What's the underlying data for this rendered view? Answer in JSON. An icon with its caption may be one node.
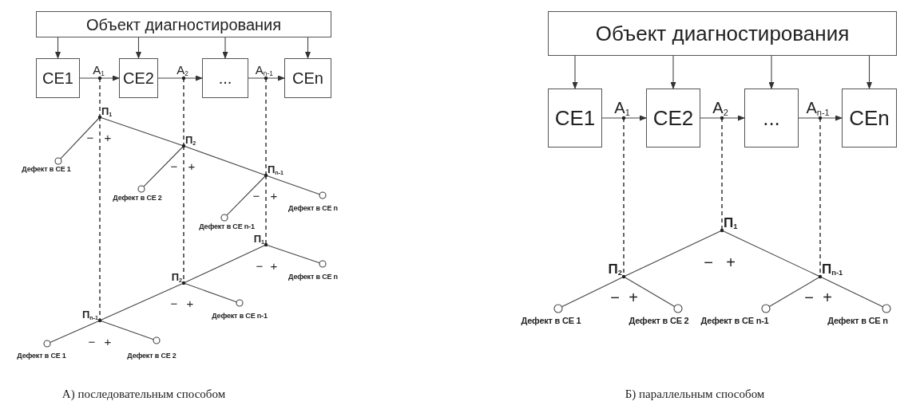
{
  "diagram": {
    "nodes": [
      {
        "text": [
          "Объект диагностирования"
        ]
      },
      {
        "text": [
          "CE1"
        ]
      },
      {
        "text": [
          "A$_{1}$"
        ]
      },
      {
        "text": [
          "CE2"
        ]
      },
      {
        "text": [
          "A$_{2}$"
        ]
      },
      {
        "text": [
          "..."
        ]
      },
      {
        "text": [
          "A$_{n-1}$"
        ]
      },
      {
        "text": [
          "CEn"
        ]
      },
      {
        "text": [
          "П$_{1}$"
        ]
      },
      {
        "text": [],
        "shape": "circle",
        "beside": [
          "Дефект в CE 1"
        ]
      },
      {
        "text": [
          "П$_{2}$"
        ]
      },
      {
        "text": [],
        "shape": "circle",
        "beside": [
          "Дефект в CE 2"
        ]
      },
      {
        "text": [
          "П$_{n-1}$"
        ]
      },
      {
        "text": [],
        "shape": "circle",
        "beside": [
          "Дефект в CE n-1"
        ]
      },
      {
        "text": [],
        "shape": "circle",
        "beside": [
          "Дефект в CE n"
        ]
      },
      {
        "text": [
          "П$_{1}$"
        ]
      },
      {
        "text": [],
        "shape": "circle",
        "beside": [
          "Дефект в CE n"
        ]
      },
      {
        "text": [
          "П$_{2}$"
        ]
      },
      {
        "text": [],
        "shape": "circle",
        "beside": [
          "Дефект в CE n-1"
        ]
      },
      {
        "text": [
          "П$_{n-1}$"
        ]
      },
      {
        "text": [],
        "shape": "circle",
        "beside": [
          "Дефект в CE 1"
        ]
      },
      {
        "text": [],
        "shape": "circle",
        "beside": [
          "Дефект в CE 2"
        ]
      },
      {
        "text": [
          "Объект диагностирования"
        ]
      },
      {
        "text": [
          "CE1"
        ]
      },
      {
        "text": [
          "A$_{1}$"
        ]
      },
      {
        "text": [
          "CE2"
        ]
      },
      {
        "text": [
          "A$_{2}$"
        ]
      },
      {
        "text": [
          "..."
        ]
      },
      {
        "text": [
          "A$_{n-1}$"
        ]
      },
      {
        "text": [
          "CEn"
        ]
      },
      {
        "text": [
          "П$_{1}$"
        ]
      },
      {
        "text": [
          "П$_{2}$"
        ]
      },
      {
        "text": [
          "П$_{n-1}$"
        ]
      },
      {
        "text": [],
        "shape": "circle",
        "beside": [
          "Дефект в CE 1"
        ]
      },
      {
        "text": [],
        "shape": "circle",
        "beside": [
          "Дефект в CE 2"
        ]
      },
      {
        "text": [],
        "shape": "circle",
        "beside": [
          "Дефект в CE n-1"
        ]
      },
      {
        "text": [],
        "shape": "circle",
        "beside": [
          "Дефект в CE n"
        ]
      }
    ],
    "edges": [
      {
        "from": 0,
        "to": 1,
        "arrow": "to"
      },
      {
        "from": 0,
        "to": 3,
        "arrow": "to"
      },
      {
        "from": 0,
        "to": 5,
        "arrow": "to"
      },
      {
        "from": 0,
        "to": 7,
        "arrow": "to"
      },
      {
        "from": 1,
        "to": 3,
        "arrow": "to"
      },
      {
        "from": 3,
        "to": 5,
        "arrow": "to"
      },
      {
        "from": 5,
        "to": 7,
        "arrow": "to"
      },
      {
        "from": 2,
        "to": 8,
        "arrow": "none",
        "style": "dashed"
      },
      {
        "from": 8,
        "to": 19,
        "arrow": "none",
        "style": "dashed"
      },
      {
        "from": 4,
        "to": 10,
        "arrow": "none",
        "style": "dashed"
      },
      {
        "from": 10,
        "to": 17,
        "arrow": "none",
        "style": "dashed"
      },
      {
        "from": 6,
        "to": 12,
        "arrow": "none",
        "style": "dashed"
      },
      {
        "from": 12,
        "to": 15,
        "arrow": "none",
        "style": "dashed"
      },
      {
        "from": 8,
        "to": 9,
        "arrow": "none"
      },
      {
        "from": 8,
        "to": 10,
        "arrow": "none"
      },
      {
        "from": 10,
        "to": 11,
        "arrow": "none"
      },
      {
        "from": 10,
        "to": 12,
        "arrow": "none"
      },
      {
        "from": 12,
        "to": 13,
        "arrow": "none"
      },
      {
        "from": 12,
        "to": 14,
        "arrow": "none"
      },
      {
        "from": 15,
        "to": 17,
        "arrow": "none"
      },
      {
        "from": 15,
        "to": 16,
        "arrow": "none"
      },
      {
        "from": 17,
        "to": 19,
        "arrow": "none"
      },
      {
        "from": 17,
        "to": 18,
        "arrow": "none"
      },
      {
        "from": 19,
        "to": 20,
        "arrow": "none"
      },
      {
        "from": 19,
        "to": 21,
        "arrow": "none"
      },
      {
        "from": 22,
        "to": 23,
        "arrow": "to"
      },
      {
        "from": 22,
        "to": 25,
        "arrow": "to"
      },
      {
        "from": 22,
        "to": 27,
        "arrow": "to"
      },
      {
        "from": 22,
        "to": 29,
        "arrow": "to"
      },
      {
        "from": 23,
        "to": 25,
        "arrow": "to"
      },
      {
        "from": 25,
        "to": 27,
        "arrow": "to"
      },
      {
        "from": 27,
        "to": 29,
        "arrow": "to"
      },
      {
        "from": 24,
        "to": 31,
        "arrow": "none",
        "style": "dashed"
      },
      {
        "from": 26,
        "to": 30,
        "arrow": "none",
        "style": "dashed"
      },
      {
        "from": 28,
        "to": 32,
        "arrow": "none",
        "style": "dashed"
      },
      {
        "from": 30,
        "to": 31,
        "arrow": "none"
      },
      {
        "from": 30,
        "to": 32,
        "arrow": "none"
      },
      {
        "from": 31,
        "to": 33,
        "arrow": "none"
      },
      {
        "from": 31,
        "to": 34,
        "arrow": "none"
      },
      {
        "from": 32,
        "to": 35,
        "arrow": "none"
      },
      {
        "from": 32,
        "to": 36,
        "arrow": "none"
      }
    ],
    "labels": [
      "−",
      "+",
      "−",
      "+",
      "−",
      "+",
      "−",
      "+",
      "−",
      "+",
      "−",
      "+",
      "−",
      "+",
      "−",
      "+",
      "−",
      "+",
      "А) последовательным способом",
      "Б) параллельным способом"
    ]
  }
}
